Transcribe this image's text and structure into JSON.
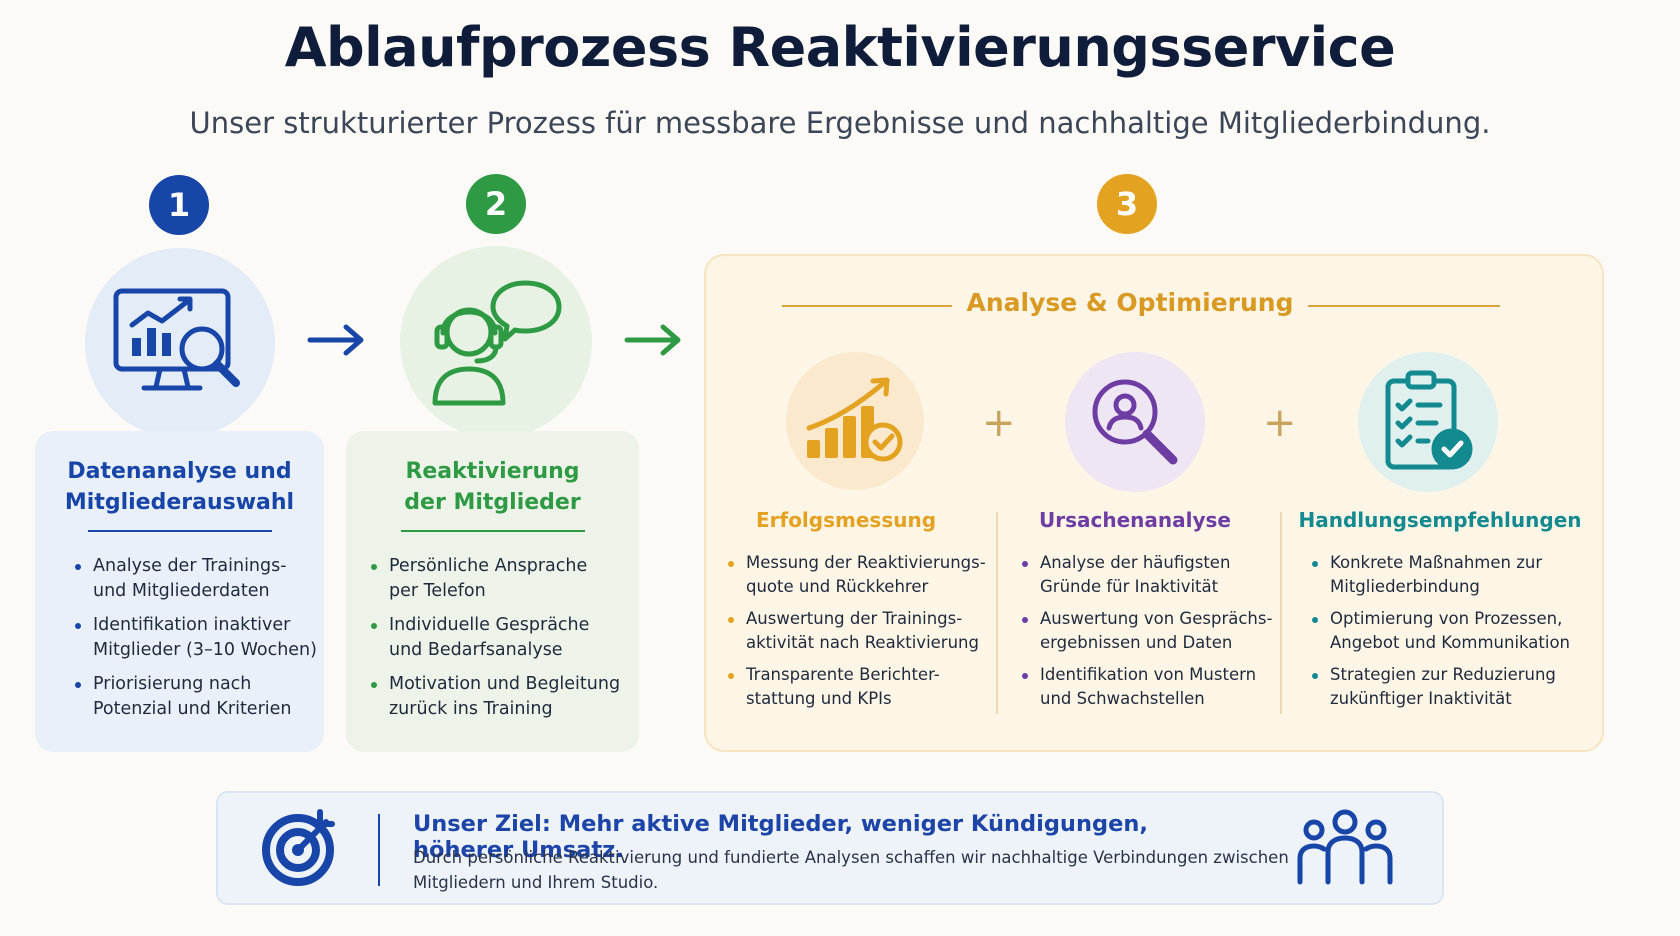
{
  "header": {
    "title": "Ablaufprozess Reaktivierungsservice",
    "subtitle": "Unser strukturierter Prozess für messbare Ergebnisse und nachhaltige Mitgliederbindung."
  },
  "colors": {
    "blue": "#1745a8",
    "green": "#2e9a44",
    "orange": "#e4a221",
    "purple": "#6e3da3",
    "teal": "#138a90",
    "navy": "#0f1d3a"
  },
  "steps": [
    {
      "number": "1",
      "title_line1": "Datenanalyse und",
      "title_line2": "Mitgliederauswahl",
      "icon": "analytics-monitor-icon",
      "bullets": [
        [
          "Analyse der Trainings-",
          "und Mitgliederdaten"
        ],
        [
          "Identifikation inaktiver",
          "Mitglieder (3–10 Wochen)"
        ],
        [
          "Priorisierung nach",
          "Potenzial und Kriterien"
        ]
      ]
    },
    {
      "number": "2",
      "title_line1": "Reaktivierung",
      "title_line2": "der Mitglieder",
      "icon": "headset-agent-icon",
      "bullets": [
        [
          "Persönliche Ansprache",
          "per Telefon"
        ],
        [
          "Individuelle Gespräche",
          "und Bedarfsanalyse"
        ],
        [
          "Motivation und Begleitung",
          "zurück ins Training"
        ]
      ]
    },
    {
      "number": "3",
      "title": "Analyse & Optimierung",
      "subs": [
        {
          "title": "Erfolgsmessung",
          "icon": "growth-chart-check-icon",
          "bullets": [
            [
              "Messung der Reaktivierungs-",
              "quote und Rückkehrer"
            ],
            [
              "Auswertung der Trainings-",
              "aktivität nach Reaktivierung"
            ],
            [
              "Transparente Berichter-",
              "stattung und KPIs"
            ]
          ]
        },
        {
          "title": "Ursachenanalyse",
          "icon": "person-search-icon",
          "bullets": [
            [
              "Analyse der häufigsten",
              "Gründe für Inaktivität"
            ],
            [
              "Auswertung von Gesprächs-",
              "ergebnissen und Daten"
            ],
            [
              "Identifikation von Mustern",
              "und Schwachstellen"
            ]
          ]
        },
        {
          "title": "Handlungsempfehlungen",
          "icon": "clipboard-checklist-icon",
          "bullets": [
            [
              "Konkrete Maßnahmen zur",
              "Mitgliederbindung"
            ],
            [
              "Optimierung von Prozessen,",
              "Angebot und Kommunikation"
            ],
            [
              "Strategien zur Reduzierung",
              "zukünftiger Inaktivität"
            ]
          ]
        }
      ]
    }
  ],
  "connectors": {
    "plus": "+"
  },
  "goal": {
    "title": "Unser Ziel: Mehr aktive Mitglieder, weniger Kündigungen, höherer Umsatz.",
    "text_line1": "Durch persönliche Reaktivierung und fundierte Analysen schaffen wir nachhaltige Verbindungen zwischen",
    "text_line2": "Mitgliedern und Ihrem Studio.",
    "left_icon": "target-icon",
    "right_icon": "group-people-icon"
  }
}
